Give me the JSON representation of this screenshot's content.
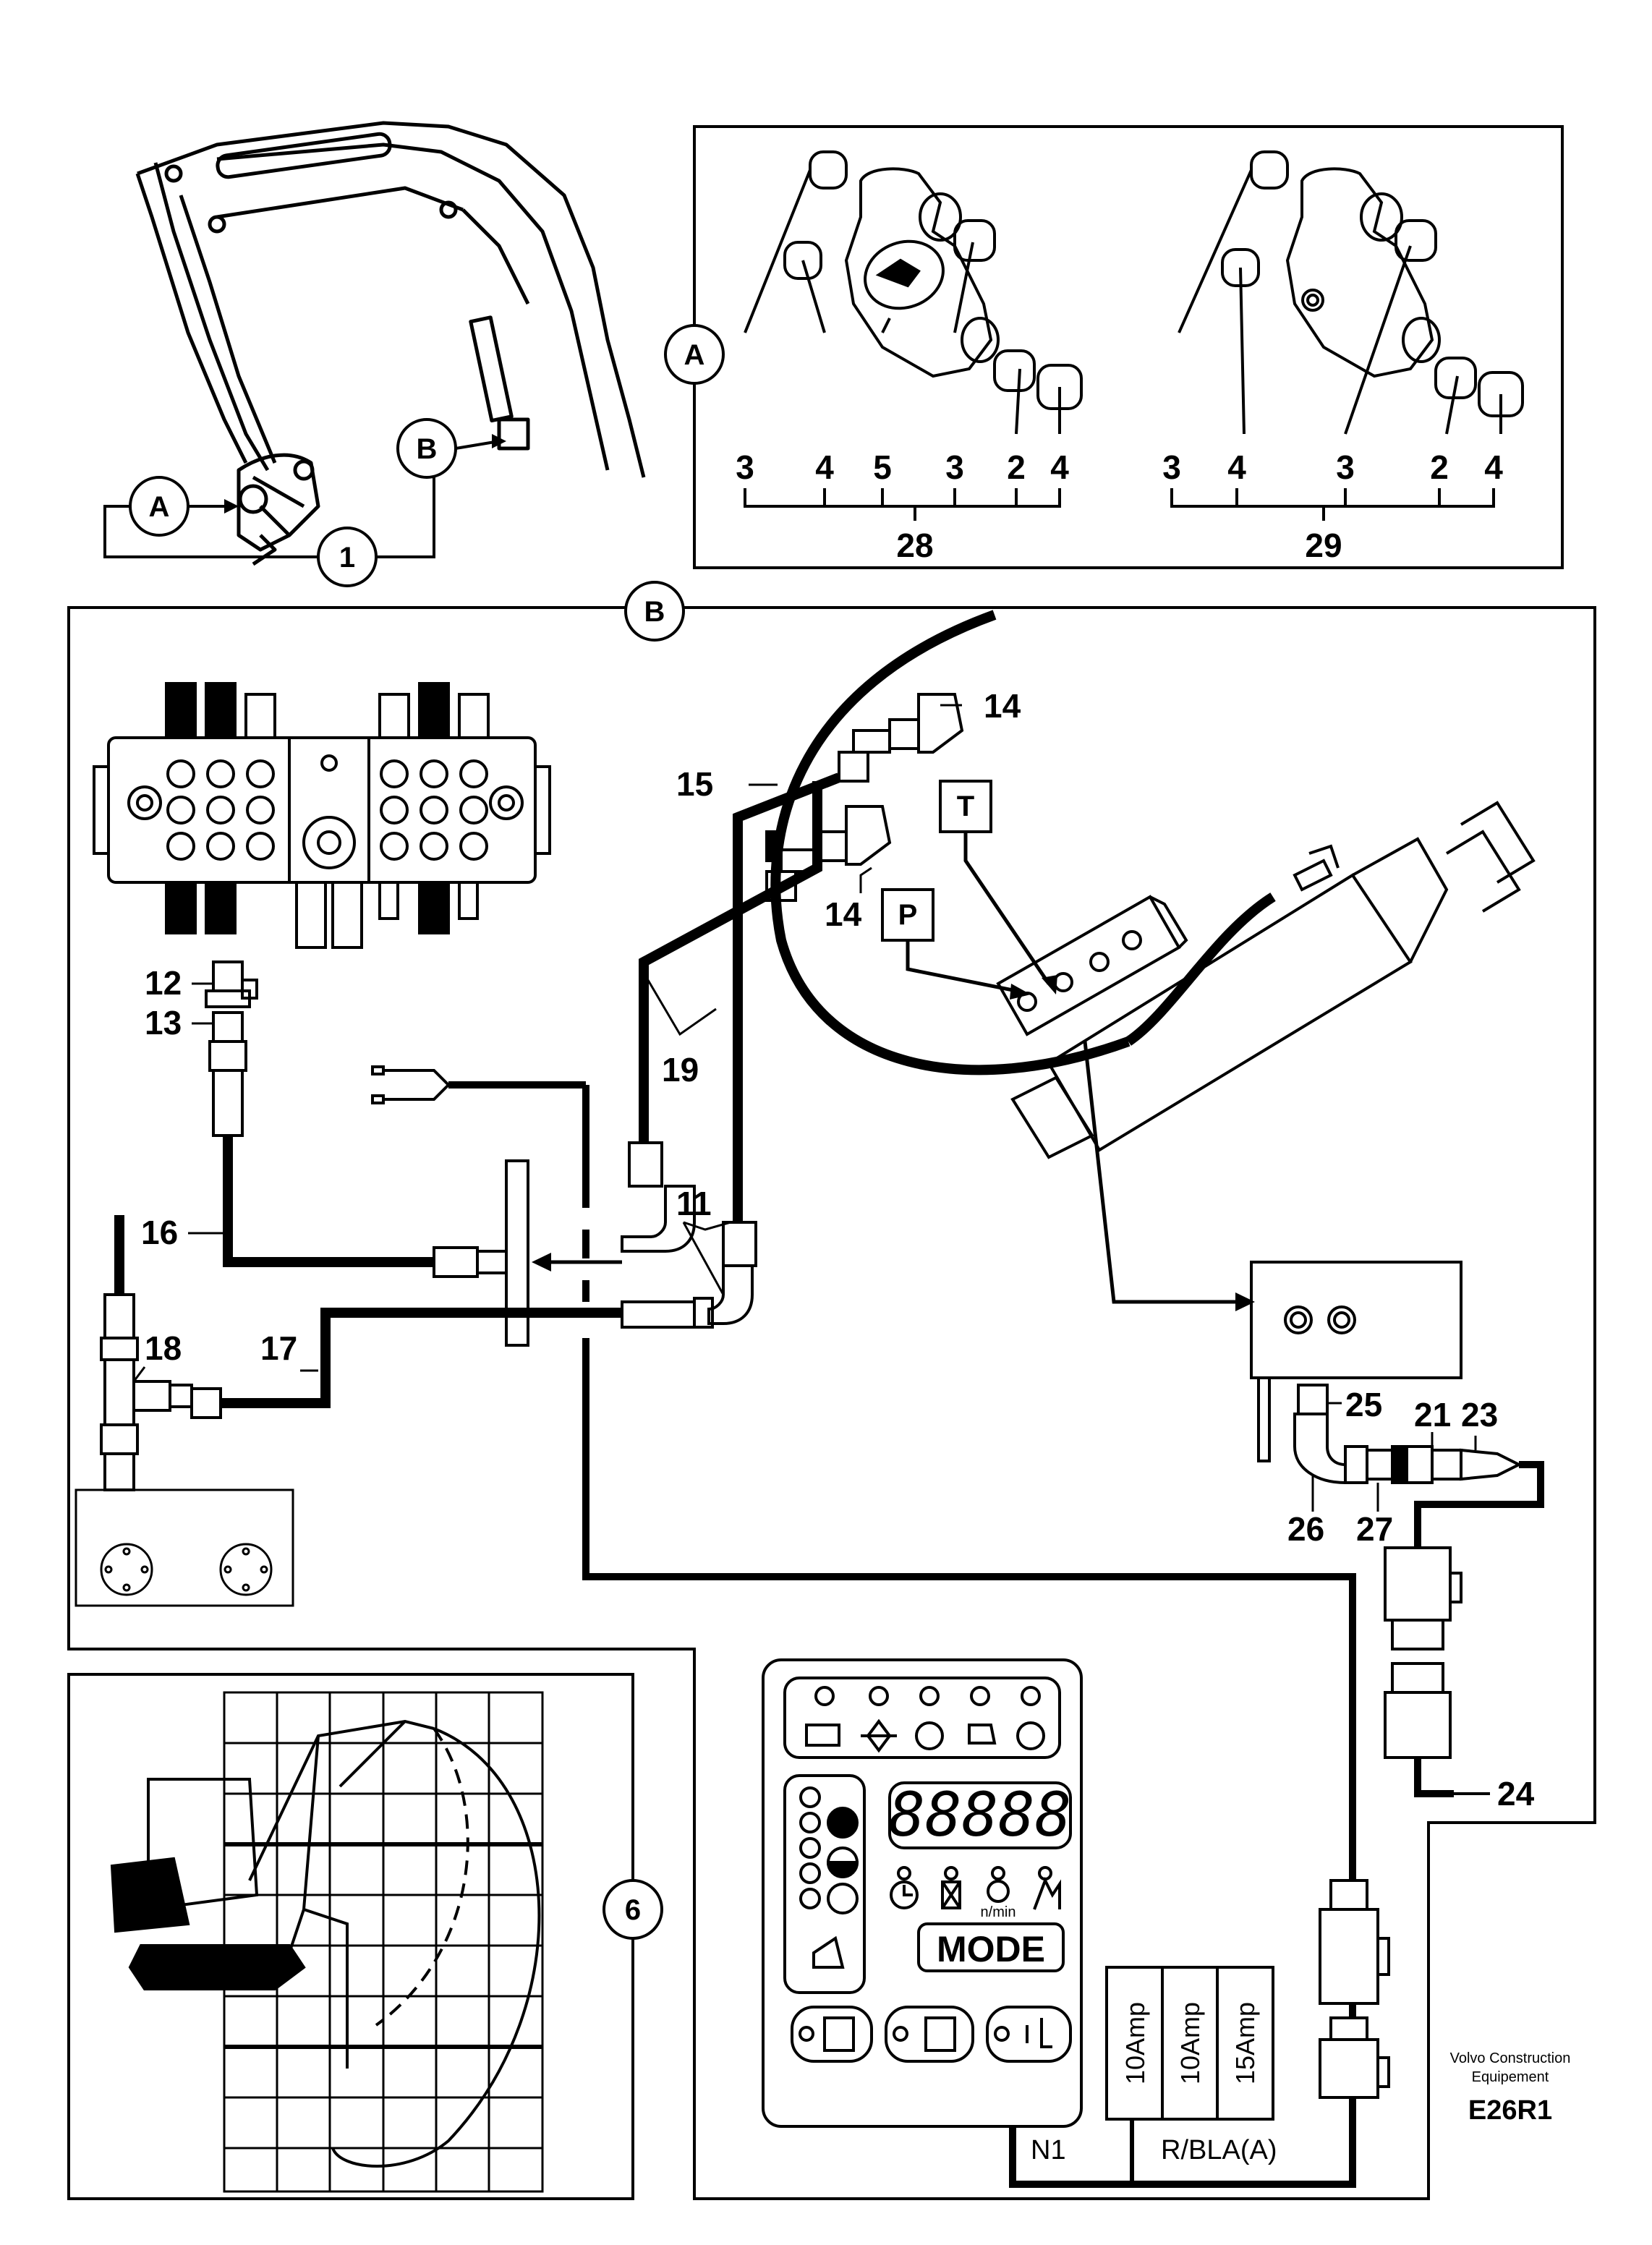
{
  "callouts": {
    "a_detail": "A",
    "b_detail": "B",
    "a_overview": "A",
    "b_overview": "B",
    "one": "1",
    "six": "6"
  },
  "kit_28": {
    "parts": [
      "3",
      "4",
      "5",
      "3",
      "2",
      "4"
    ],
    "kit": "28"
  },
  "kit_29": {
    "parts": [
      "3",
      "4",
      "3",
      "2",
      "4"
    ],
    "kit": "29"
  },
  "hydraulics": {
    "p11": "11",
    "p12": "12",
    "p13": "13",
    "p14a": "14",
    "p14b": "14",
    "p15": "15",
    "p16": "16",
    "p17": "17",
    "p18": "18",
    "p19": "19",
    "port_t": "T",
    "port_p": "P"
  },
  "electrical": {
    "p21": "21",
    "p23": "23",
    "p24": "24",
    "p25": "25",
    "p26": "26",
    "p27": "27",
    "fuses": [
      "10Amp",
      "10Amp",
      "15Amp"
    ],
    "wire_n1": "N1",
    "wire_rbla": "R/BLA(A)"
  },
  "panel": {
    "display": "88888",
    "mode_button": "MODE",
    "rpm_unit": "n/min"
  },
  "brand": {
    "line1": "Volvo Construction",
    "line2": "Equipement",
    "code": "E26R1"
  }
}
